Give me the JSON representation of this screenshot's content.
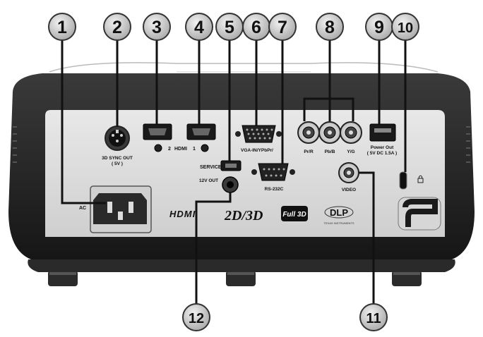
{
  "callouts": [
    "1",
    "2",
    "3",
    "4",
    "5",
    "6",
    "7",
    "8",
    "9",
    "10",
    "11",
    "12"
  ],
  "ports": {
    "ac": "AC",
    "sync_line1": "3D SYNC OUT",
    "sync_line2": "( 5V )",
    "hdmi_2": "2",
    "hdmi": "HDMI",
    "hdmi_1": "1",
    "service": "SERVICE",
    "vga": "VGA-IN/YPbPr/",
    "rs232": "RS-232C",
    "pr": "Pr/R",
    "pb": "Pb/B",
    "y": "Y/G",
    "power_line1": "Power Out",
    "power_line2": "( 5V DC 1.5A )",
    "video": "VIDEO",
    "out12v": "12V OUT"
  },
  "logos": {
    "hdmi": "HDMI",
    "twod3d": "2D/3D",
    "full3d": "Full 3D",
    "dlp": "DLP",
    "ti": "TEXAS INSTRUMENTS"
  },
  "colors": {
    "callout_fill": "#c8c8c8",
    "body": "#1e1e1e",
    "panel": "#d9d9d9",
    "leader": "#111111"
  }
}
